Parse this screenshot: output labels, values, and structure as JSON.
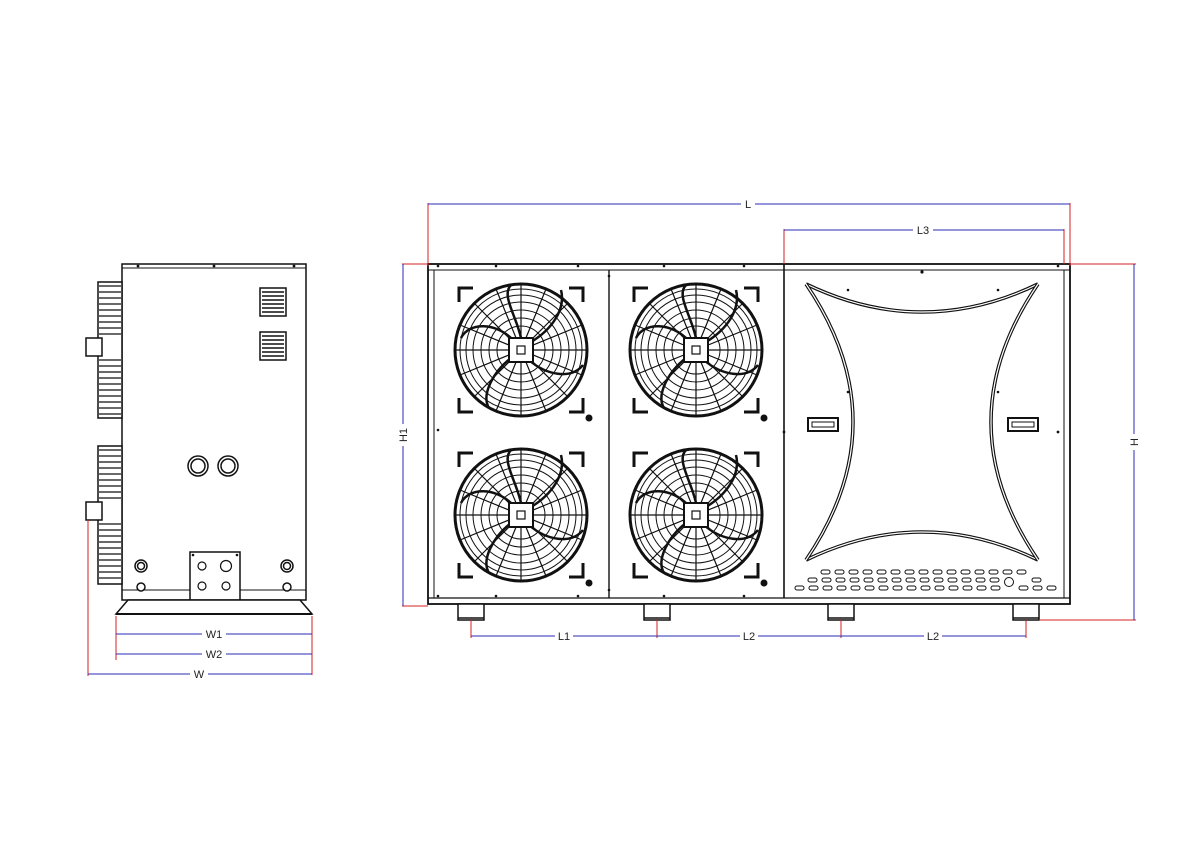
{
  "dimensions": {
    "side_view": {
      "W1": "W1",
      "W2": "W2",
      "W": "W"
    },
    "front_view": {
      "L": "L",
      "L3": "L3",
      "H1": "H1",
      "H": "H",
      "L1": "L1",
      "L2_left": "L2",
      "L2_right": "L2"
    }
  },
  "colors": {
    "line": "#111111",
    "dimension_blue": "#2b2bb8",
    "dimension_red": "#d42020"
  }
}
